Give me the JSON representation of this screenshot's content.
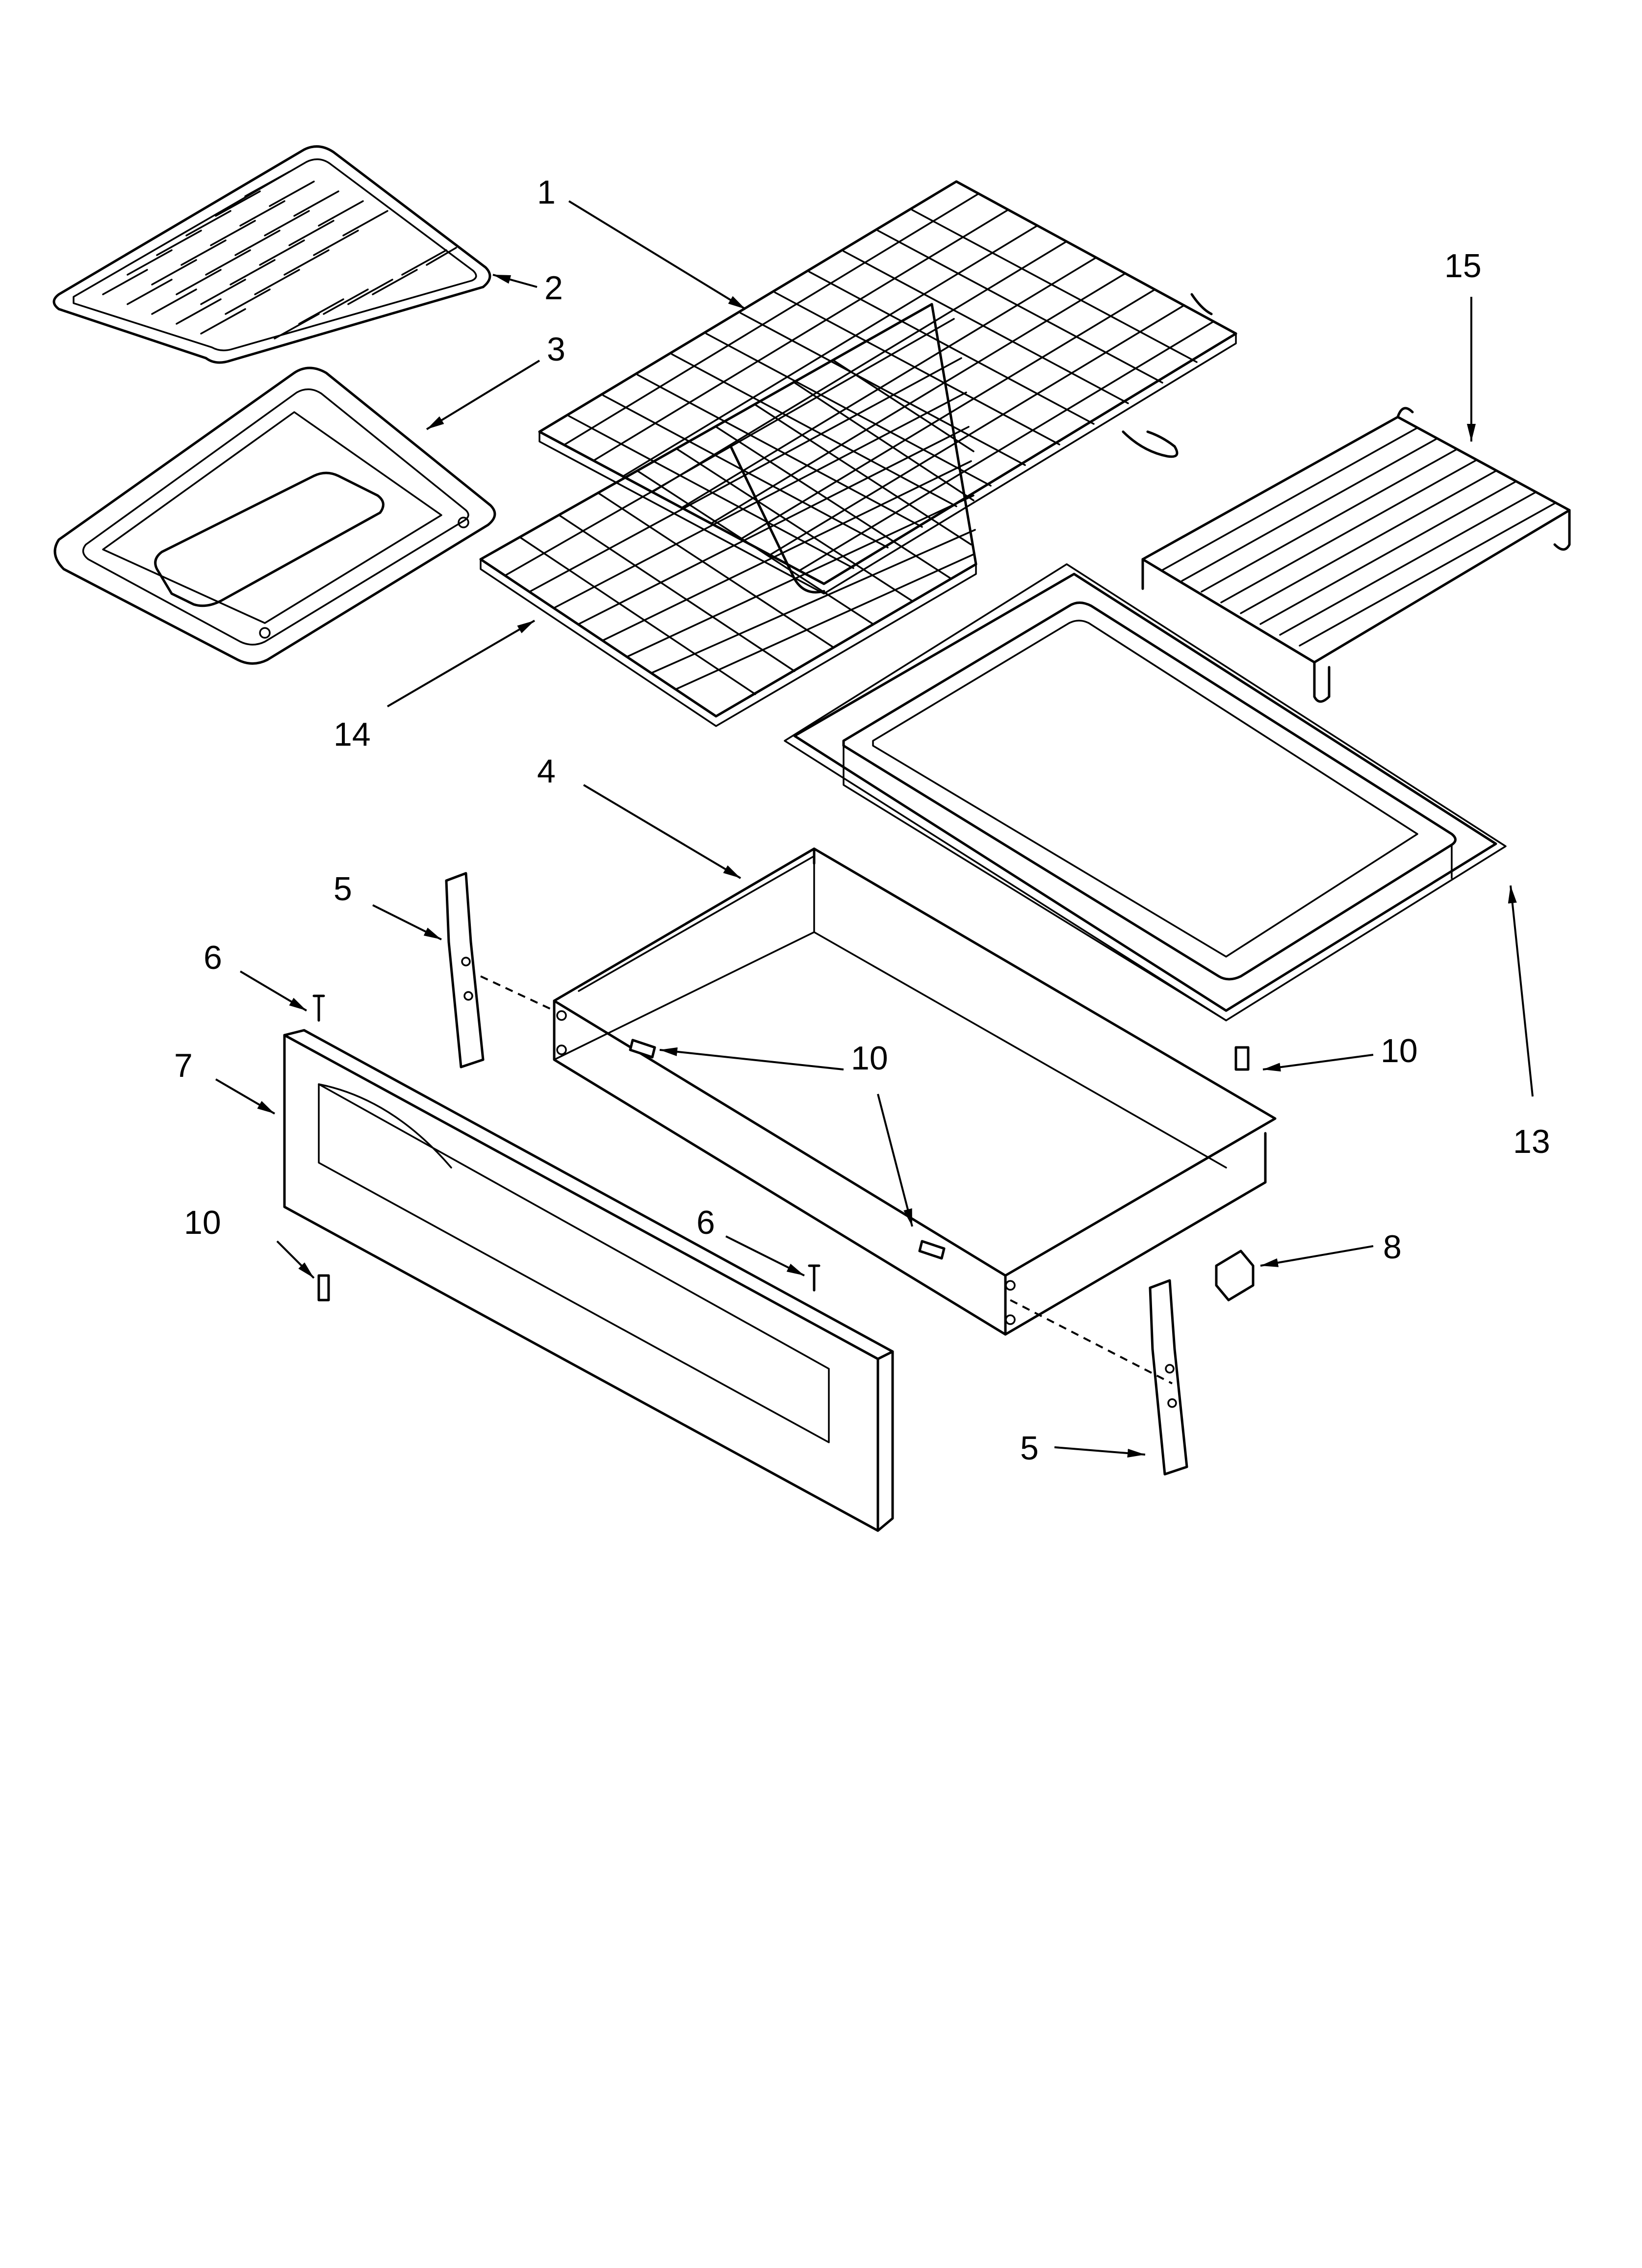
{
  "callouts": {
    "p1": "1",
    "p2": "2",
    "p3": "3",
    "p4": "4",
    "p5a": "5",
    "p5b": "5",
    "p6a": "6",
    "p6b": "6",
    "p7": "7",
    "p8": "8",
    "p10a": "10",
    "p10b": "10",
    "p10c": "10",
    "p10d": "10",
    "p13": "13",
    "p14": "14",
    "p15": "15"
  },
  "icons": [
    "arrowhead-icon"
  ]
}
